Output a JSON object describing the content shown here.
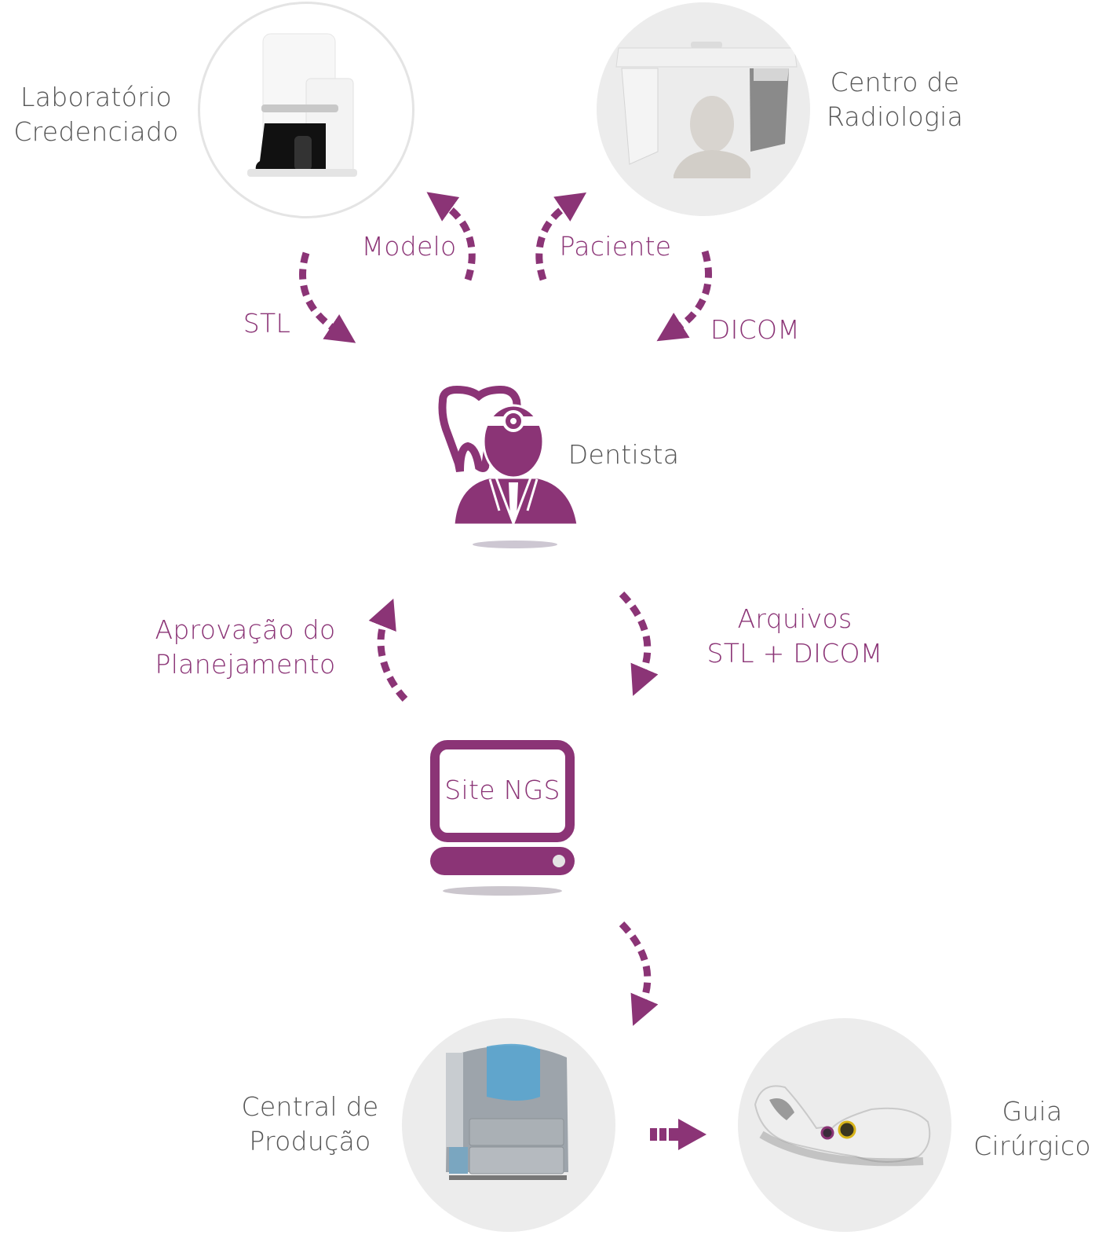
{
  "diagram": {
    "accent_color": "#8b3476",
    "nodes": {
      "laboratorio": {
        "label_line1": "Laboratório",
        "label_line2": "Credenciado",
        "image": "dental-scanner"
      },
      "radiologia": {
        "label_line1": "Centro de",
        "label_line2": "Radiologia",
        "image": "ct-scanner-with-head"
      },
      "dentista": {
        "label": "Dentista",
        "icon": "dentist-with-tooth-icon"
      },
      "site": {
        "screen_text": "Site NGS",
        "icon": "computer-icon"
      },
      "producao": {
        "label_line1": "Central de",
        "label_line2": "Produção",
        "image": "3d-printer"
      },
      "guia": {
        "label_line1": "Guia",
        "label_line2": "Cirúrgico",
        "image": "surgical-guide"
      }
    },
    "edges": {
      "modelo": "Modelo",
      "paciente": "Paciente",
      "stl": "STL",
      "dicom": "DICOM",
      "aprovacao_line1": "Aprovação do",
      "aprovacao_line2": "Planejamento",
      "arquivos_line1": "Arquivos",
      "arquivos_line2": "STL + DICOM"
    }
  }
}
